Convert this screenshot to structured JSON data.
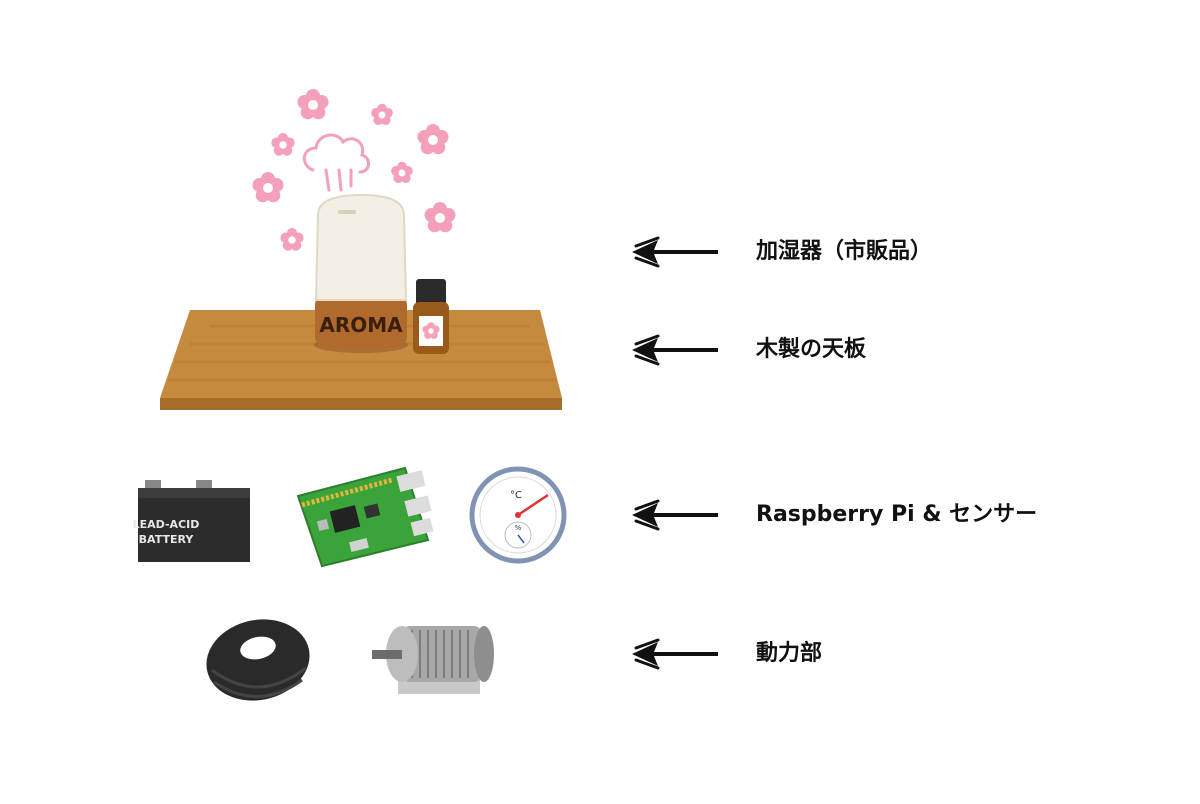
{
  "labels": {
    "humidifier": "加湿器（市販品）",
    "tabletop": "木製の天板",
    "electronics": "Raspberry Pi & センサー",
    "drive": "動力部"
  },
  "illustrations": {
    "aroma_text": "AROMA",
    "battery_line1": "LEAD-ACID",
    "battery_line2": "BATTERY",
    "thermometer_unit": "°C",
    "hygrometer_unit": "%"
  },
  "colors": {
    "flower": "#f4a0b8",
    "wood": "#c68a3e",
    "arrow": "#111111",
    "board": "#3aa33a"
  }
}
